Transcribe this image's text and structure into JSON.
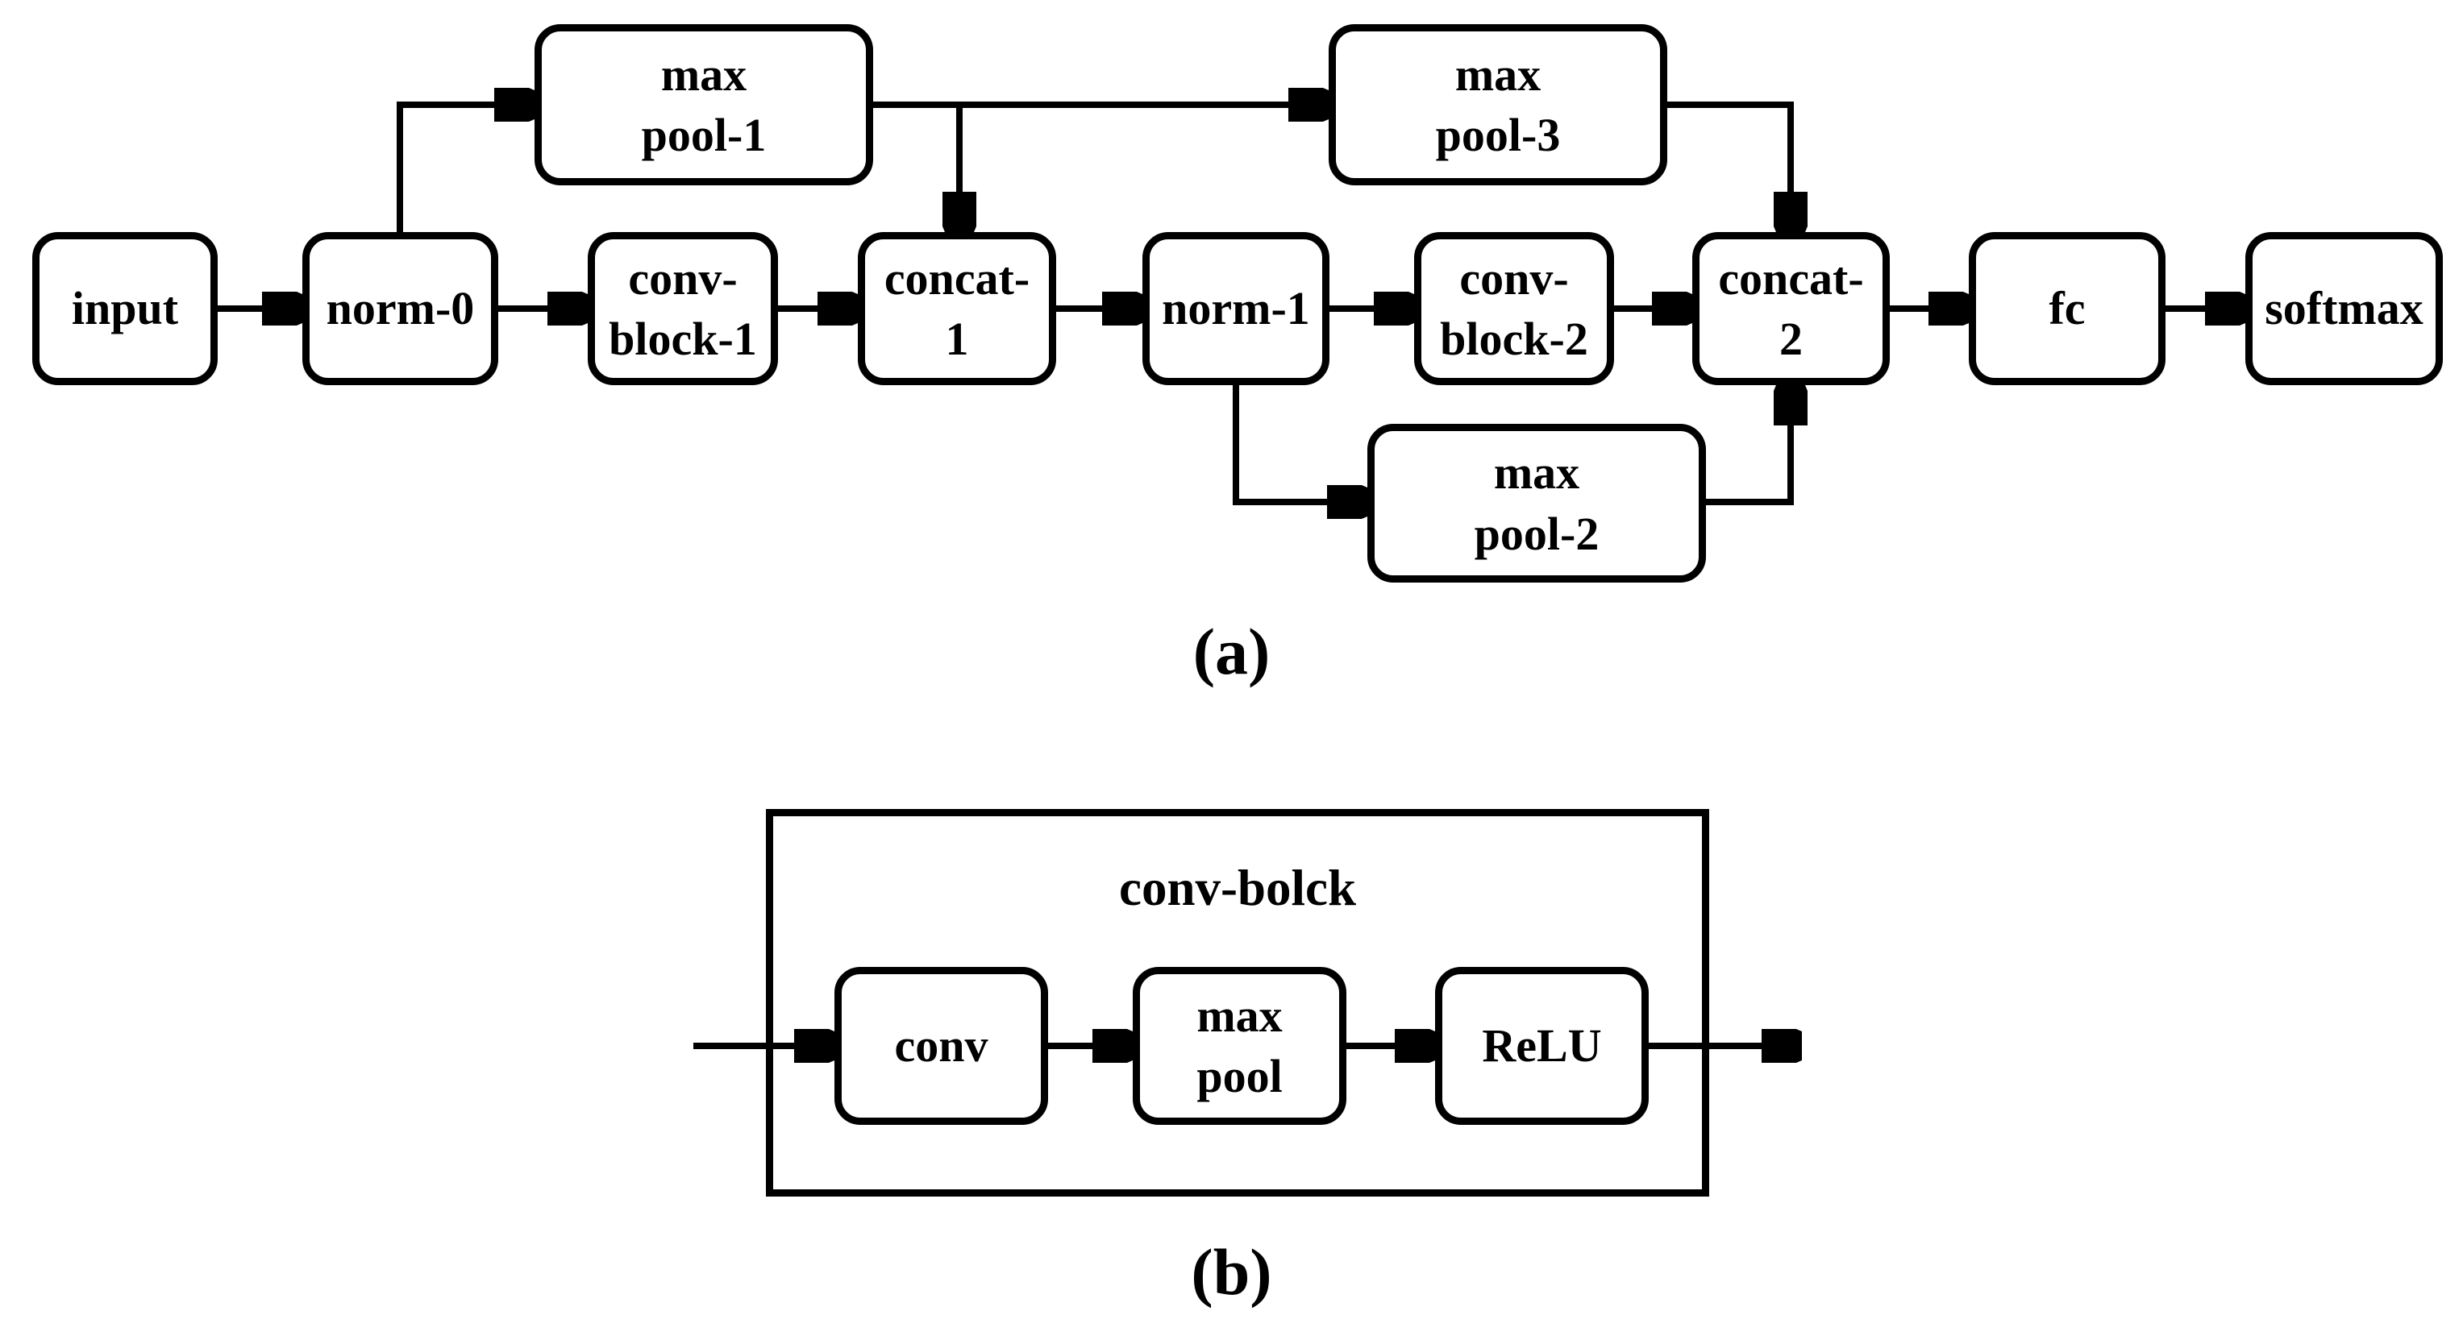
{
  "figure": {
    "colors": {
      "stroke": "#000000",
      "background": "#ffffff"
    },
    "panel_a": {
      "caption": "(a)",
      "nodes": {
        "input": "input",
        "norm0": "norm-0",
        "conv_block_1": "conv-\nblock-1",
        "concat1": "concat-\n1",
        "norm1": "norm-1",
        "conv_block_2": "conv-\nblock-2",
        "concat2": "concat-\n2",
        "fc": "fc",
        "softmax": "softmax",
        "max_pool_1": "max\npool-1",
        "max_pool_2": "max\npool-2",
        "max_pool_3": "max\npool-3"
      }
    },
    "panel_b": {
      "caption": "(b)",
      "container_label": "conv-bolck",
      "nodes": {
        "conv": "conv",
        "max_pool": "max\npool",
        "relu": "ReLU"
      }
    }
  }
}
